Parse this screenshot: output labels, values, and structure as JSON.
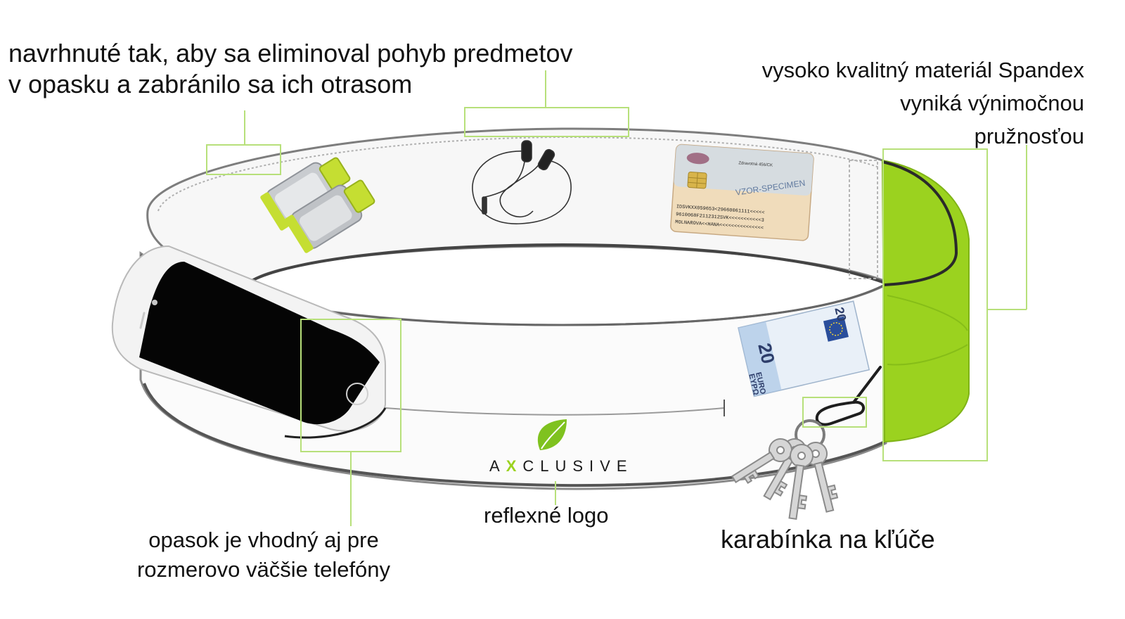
{
  "captions": {
    "top_left": [
      "navrhnuté tak, aby sa eliminoval pohyb predmetov",
      "v opasku a zabránilo sa ich otrasom"
    ],
    "top_right": [
      "vysoko kvalitný materiál Spandex",
      "vyniká výnimočnou",
      "pružnosťou"
    ],
    "bottom_left": [
      "opasok je vhodný aj pre",
      "rozmerovo väčšie telefóny"
    ],
    "logo": "reflexné logo",
    "keys": "karabínka na kľúče"
  },
  "brand": {
    "prefix": "A",
    "accent": "X",
    "suffix": "CLUSIVE"
  },
  "id_card": {
    "header": "Zdravotná 456/CK",
    "stamp": "VZOR-SPECIMEN",
    "mrz": [
      "IDSVKXX059653<29660061111<<<<<",
      "9610068F2112312SVK<<<<<<<<<<<3",
      "MOLNAROVA<<HANA<<<<<<<<<<<<<<<"
    ]
  },
  "banknote": {
    "value": "20",
    "currency": "EURO",
    "currency_alt": "EYPΩ"
  },
  "colors": {
    "accent": "#9bd21f",
    "callout": "#b7e07a",
    "outline": "#8a8a8a",
    "panel": "#f2f2f2"
  },
  "icons": [
    "phone-icon",
    "earphones-icon",
    "gel-pouch-icon",
    "id-card-icon",
    "banknote-icon",
    "keys-icon",
    "carabiner-icon",
    "leaf-icon"
  ]
}
